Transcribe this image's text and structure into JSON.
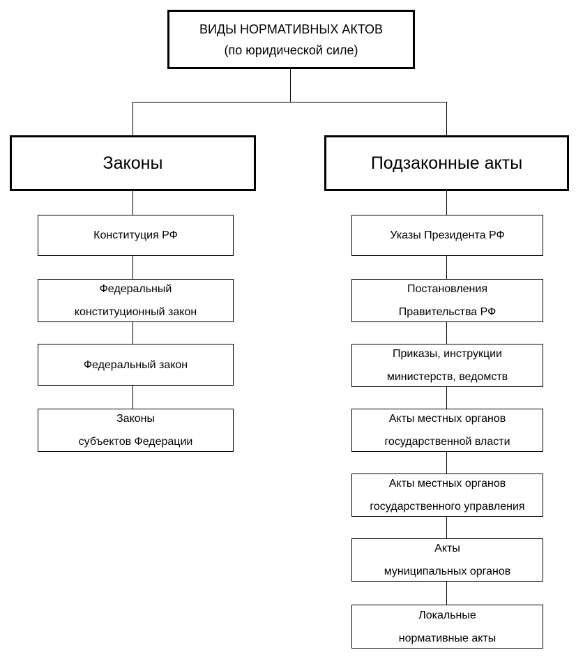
{
  "root": {
    "line1": "ВИДЫ НОРМАТИВНЫХ АКТОВ",
    "line2": "(по юридической силе)"
  },
  "left": {
    "title": "Законы",
    "items": [
      {
        "lines": [
          "Конституция РФ"
        ]
      },
      {
        "lines": [
          "Федеральный",
          "конституционный закон"
        ]
      },
      {
        "lines": [
          "Федеральный закон"
        ]
      },
      {
        "lines": [
          "Законы",
          "субъектов Федерации"
        ]
      }
    ]
  },
  "right": {
    "title": "Подзаконные акты",
    "items": [
      {
        "lines": [
          "Указы Президента РФ"
        ]
      },
      {
        "lines": [
          "Постановления",
          "Правительства РФ"
        ]
      },
      {
        "lines": [
          "Приказы, инструкции",
          "министерств, ведомств"
        ]
      },
      {
        "lines": [
          "Акты местных органов",
          "государственной власти"
        ]
      },
      {
        "lines": [
          "Акты местных органов",
          "государственного управления"
        ]
      },
      {
        "lines": [
          "Акты",
          "муниципальных органов"
        ]
      },
      {
        "lines": [
          "Локальные",
          "нормативные акты"
        ]
      }
    ]
  }
}
